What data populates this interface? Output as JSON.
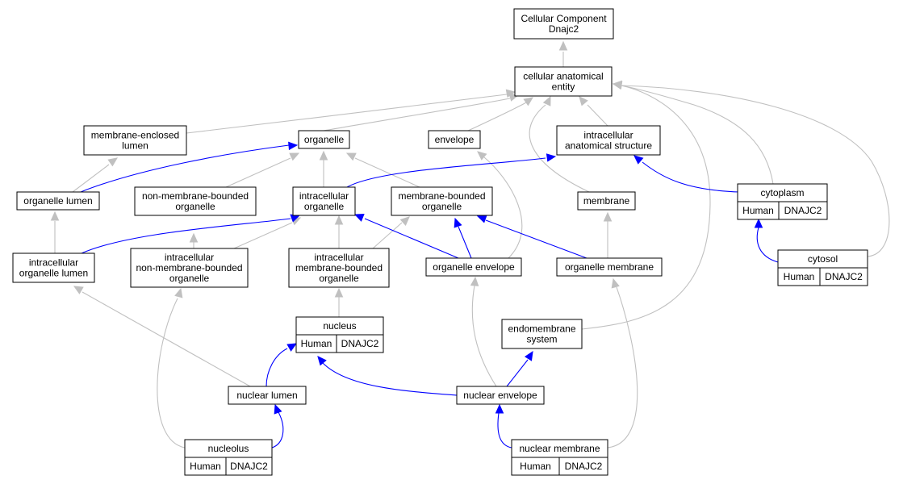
{
  "diagram": {
    "nodes": {
      "root": [
        "Cellular Component",
        "Dnajc2"
      ],
      "cae": [
        "cellular anatomical",
        "entity"
      ],
      "mel": [
        "membrane-enclosed",
        "lumen"
      ],
      "organelle": [
        "organelle"
      ],
      "envelope": [
        "envelope"
      ],
      "ias": [
        "intracellular",
        "anatomical structure"
      ],
      "olumen": [
        "organelle lumen"
      ],
      "nmbo": [
        "non-membrane-bounded",
        "organelle"
      ],
      "io": [
        "intracellular",
        "organelle"
      ],
      "mbo": [
        "membrane-bounded",
        "organelle"
      ],
      "membrane": [
        "membrane"
      ],
      "cytoplasm": [
        "cytoplasm"
      ],
      "iol": [
        "intracellular",
        "organelle lumen"
      ],
      "inmbo": [
        "intracellular",
        "non-membrane-bounded",
        "organelle"
      ],
      "imbo": [
        "intracellular",
        "membrane-bounded",
        "organelle"
      ],
      "oenv": [
        "organelle envelope"
      ],
      "omem": [
        "organelle membrane"
      ],
      "cytosol": [
        "cytosol"
      ],
      "nucleus": [
        "nucleus"
      ],
      "endo": [
        "endomembrane",
        "system"
      ],
      "nlumen": [
        "nuclear lumen"
      ],
      "nenv": [
        "nuclear envelope"
      ],
      "nucleolus": [
        "nucleolus"
      ],
      "nmem": [
        "nuclear membrane"
      ]
    },
    "annotations": {
      "species": "Human",
      "gene": "DNAJC2",
      "fill_color": "#f26144"
    },
    "edge_colors": {
      "is_a": "#c0c0c0",
      "part_of": "#0000ff"
    }
  }
}
